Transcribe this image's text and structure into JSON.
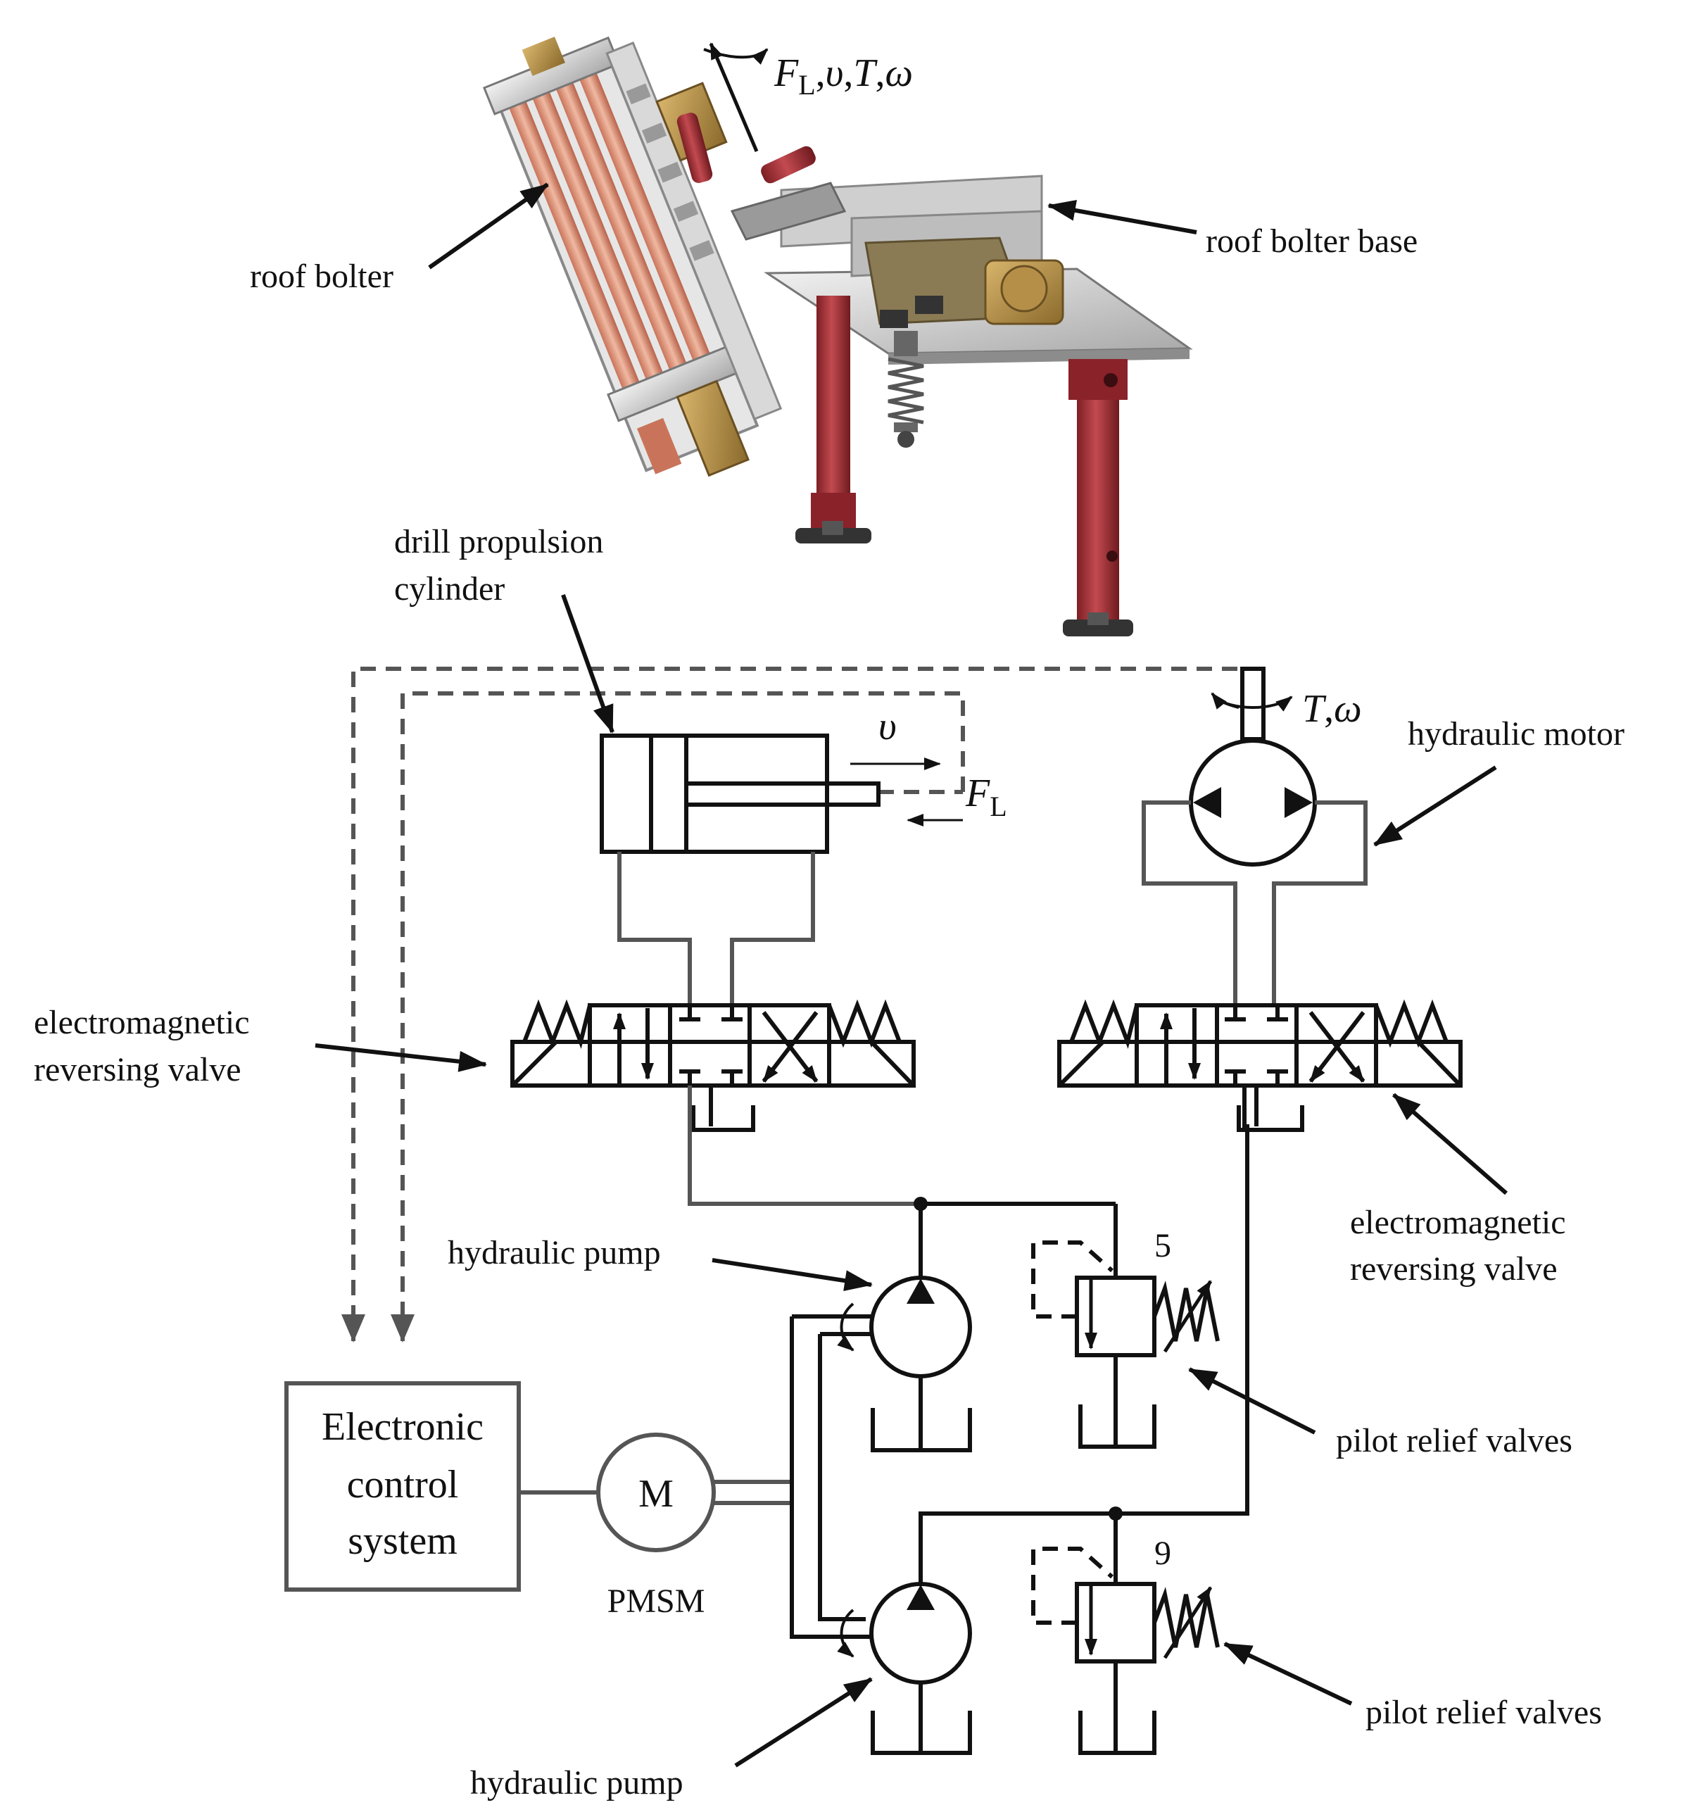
{
  "diagram": {
    "labels": {
      "roof_bolter": "roof bolter",
      "roof_bolter_base": "roof bolter base",
      "drill_propulsion_cylinder_line1": "drill propulsion",
      "drill_propulsion_cylinder_line2": "cylinder",
      "hydraulic_motor": "hydraulic motor",
      "valve_left_line1": "electromagnetic",
      "valve_left_line2": "reversing valve",
      "valve_right_line1": "electromagnetic",
      "valve_right_line2": "reversing valve",
      "hydraulic_pump_top": "hydraulic pump",
      "hydraulic_pump_bottom": "hydraulic pump",
      "pilot_relief_top": "pilot relief valves",
      "pilot_relief_bottom": "pilot relief valves",
      "ecs_line1": "Electronic",
      "ecs_line2": "control",
      "ecs_line3": "system",
      "motor_letter": "M",
      "pmsm": "PMSM",
      "number_5": "5",
      "number_9": "9"
    },
    "symbols": {
      "F": "F",
      "L": "L",
      "v": "υ",
      "T": "T",
      "omega": "ω",
      "comma": ","
    }
  }
}
